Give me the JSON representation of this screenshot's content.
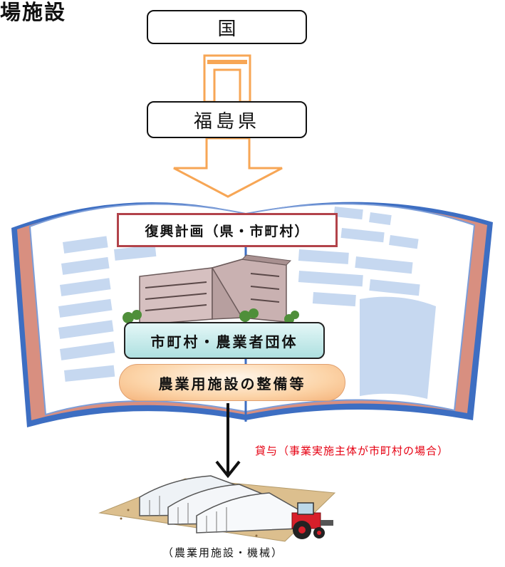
{
  "title_partial": "場施設",
  "nodes": {
    "national": "国",
    "prefecture": "福島県",
    "reconstruction_plan": "復興計画（県・市町村）",
    "municipality": "市町村・農業者団体",
    "facility_development": "農業用施設の整備等"
  },
  "lending_note": "貸与（事業実施主体が市町村の場合）",
  "caption": "（農業用施設・機械）",
  "colors": {
    "arrow_orange": "#f7a655",
    "plan_border": "#b2434a",
    "muni_fill": "#b7e4e4",
    "facility_fill": "#fcd4a8",
    "lend_text": "#e60012",
    "book_blue": "#3d6ec2"
  },
  "icons": [
    "open-book-illustration",
    "office-building-illustration",
    "greenhouse-illustration",
    "tractor-icon"
  ]
}
